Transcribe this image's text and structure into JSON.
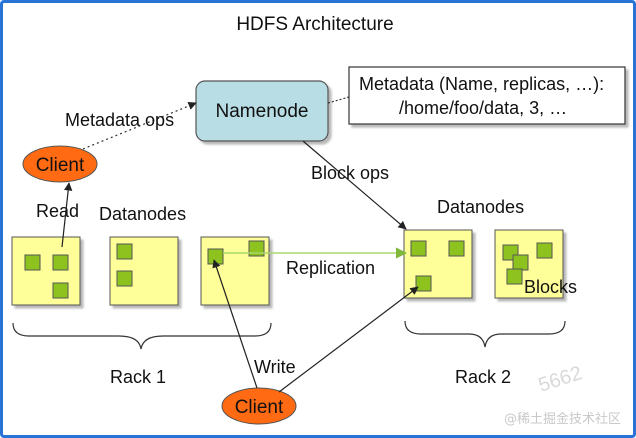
{
  "title": "HDFS Architecture",
  "namenode": {
    "label": "Namenode"
  },
  "metadata_box": {
    "line1": "Metadata (Name, replicas, …):",
    "line2": "/home/foo/data, 3, …"
  },
  "clients": {
    "top": "Client",
    "bottom": "Client"
  },
  "labels": {
    "metadata_ops": "Metadata ops",
    "block_ops": "Block ops",
    "read": "Read",
    "write": "Write",
    "replication": "Replication",
    "datanodes_left": "Datanodes",
    "datanodes_right": "Datanodes",
    "blocks": "Blocks",
    "rack1": "Rack 1",
    "rack2": "Rack 2"
  },
  "watermarks": {
    "footer": "@稀土掘金技术社区",
    "corner": "5662"
  },
  "colors": {
    "namenode_fill": "#b8dde4",
    "client_fill": "#ff6a13",
    "datanode_fill": "#ffff99",
    "block_fill": "#8dc21f",
    "replication_line": "#a8d86a",
    "frame_border": "#2a73d6"
  }
}
